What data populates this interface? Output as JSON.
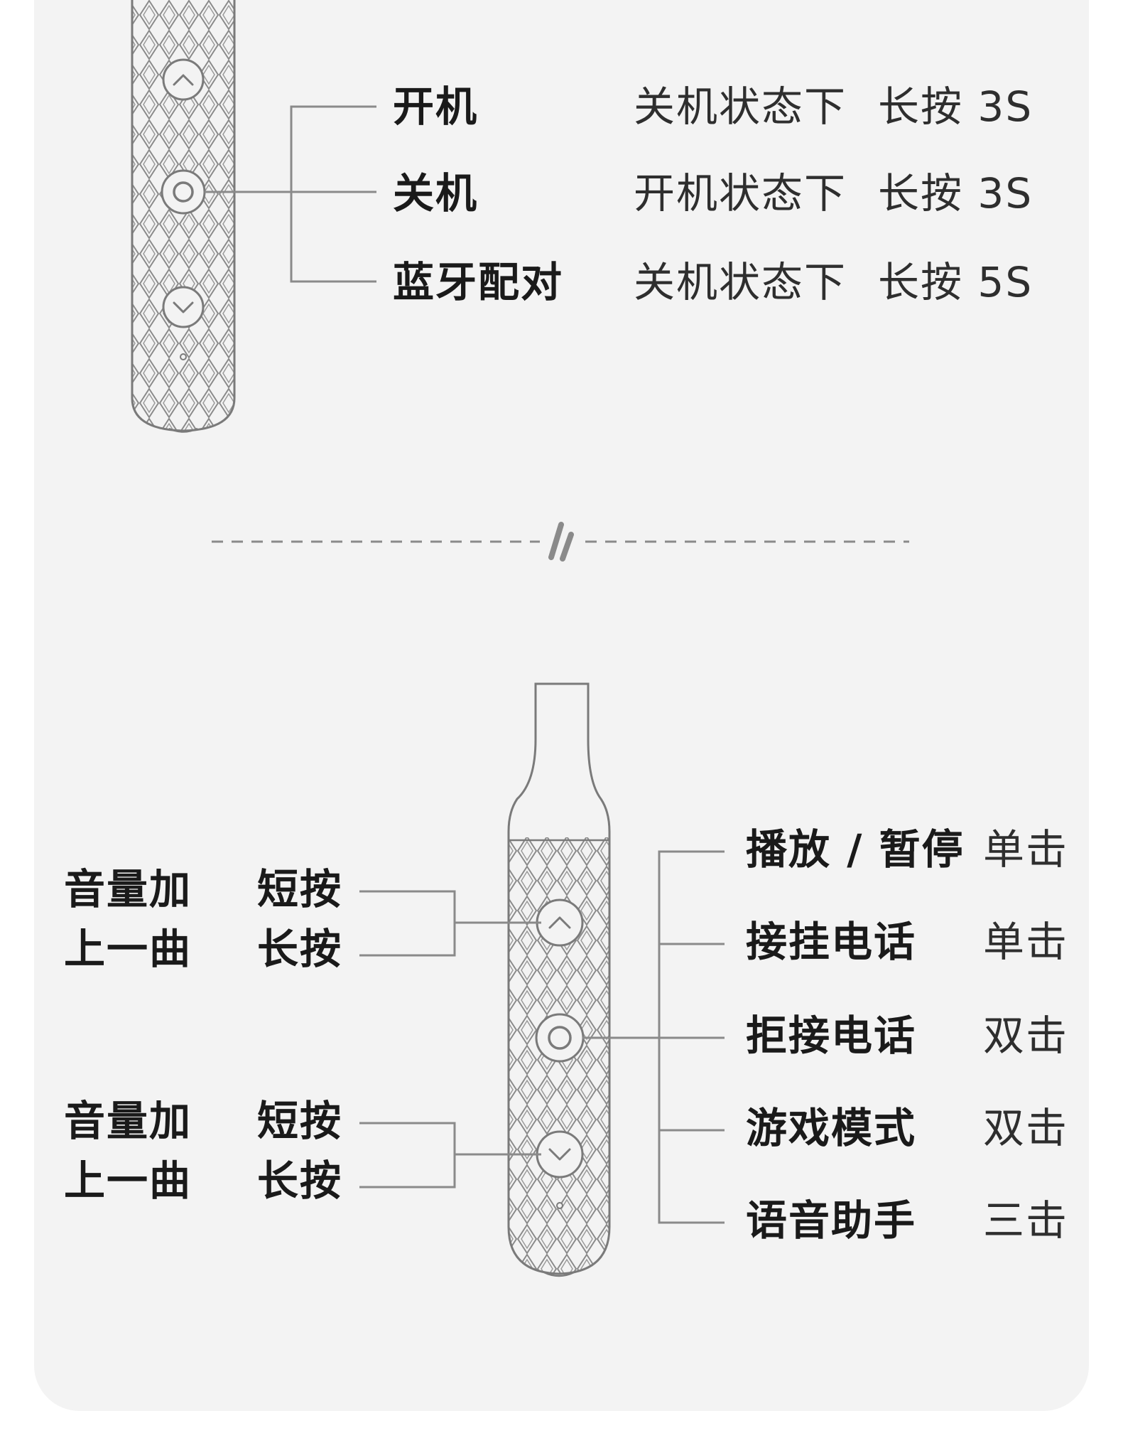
{
  "colors": {
    "background": "#ffffff",
    "card": "#f3f3f3",
    "stroke": "#7a7a7a",
    "text": "#1e1e1e"
  },
  "icons": {
    "up": "chevron-up-icon",
    "center": "circle-button-icon",
    "down": "chevron-down-icon",
    "divider": "slash-mark-icon"
  },
  "power_section": {
    "rows": [
      {
        "action": "开机",
        "condition": "关机状态下",
        "operation": "长按 3S"
      },
      {
        "action": "关机",
        "condition": "开机状态下",
        "operation": "长按 3S"
      },
      {
        "action": "蓝牙配对",
        "condition": "关机状态下",
        "operation": "长按 5S"
      }
    ]
  },
  "control_section": {
    "up_button": [
      {
        "function": "音量加",
        "press": "短按"
      },
      {
        "function": "上一曲",
        "press": "长按"
      }
    ],
    "down_button": [
      {
        "function": "音量加",
        "press": "短按"
      },
      {
        "function": "上一曲",
        "press": "长按"
      }
    ],
    "center_button": [
      {
        "function": "播放 / 暂停",
        "press": "单击"
      },
      {
        "function": "接挂电话",
        "press": "单击"
      },
      {
        "function": "拒接电话",
        "press": "双击"
      },
      {
        "function": "游戏模式",
        "press": "双击"
      },
      {
        "function": "语音助手",
        "press": "三击"
      }
    ]
  }
}
